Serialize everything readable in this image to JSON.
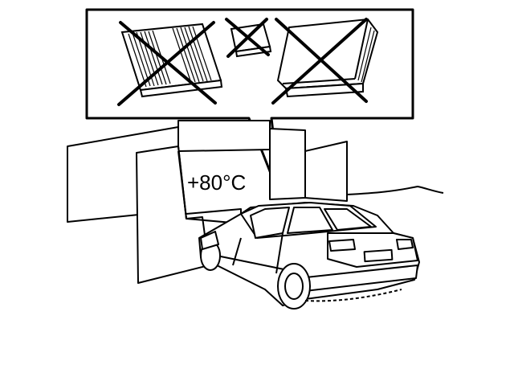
{
  "temperature_label": "+80°C",
  "callout": {
    "items": [
      {
        "name": "laptop-computer",
        "crossed_out": true
      },
      {
        "name": "small-device",
        "crossed_out": true
      },
      {
        "name": "hard-drive-unit",
        "crossed_out": true
      }
    ]
  },
  "colors": {
    "ink": "#000000",
    "paper": "#ffffff"
  }
}
